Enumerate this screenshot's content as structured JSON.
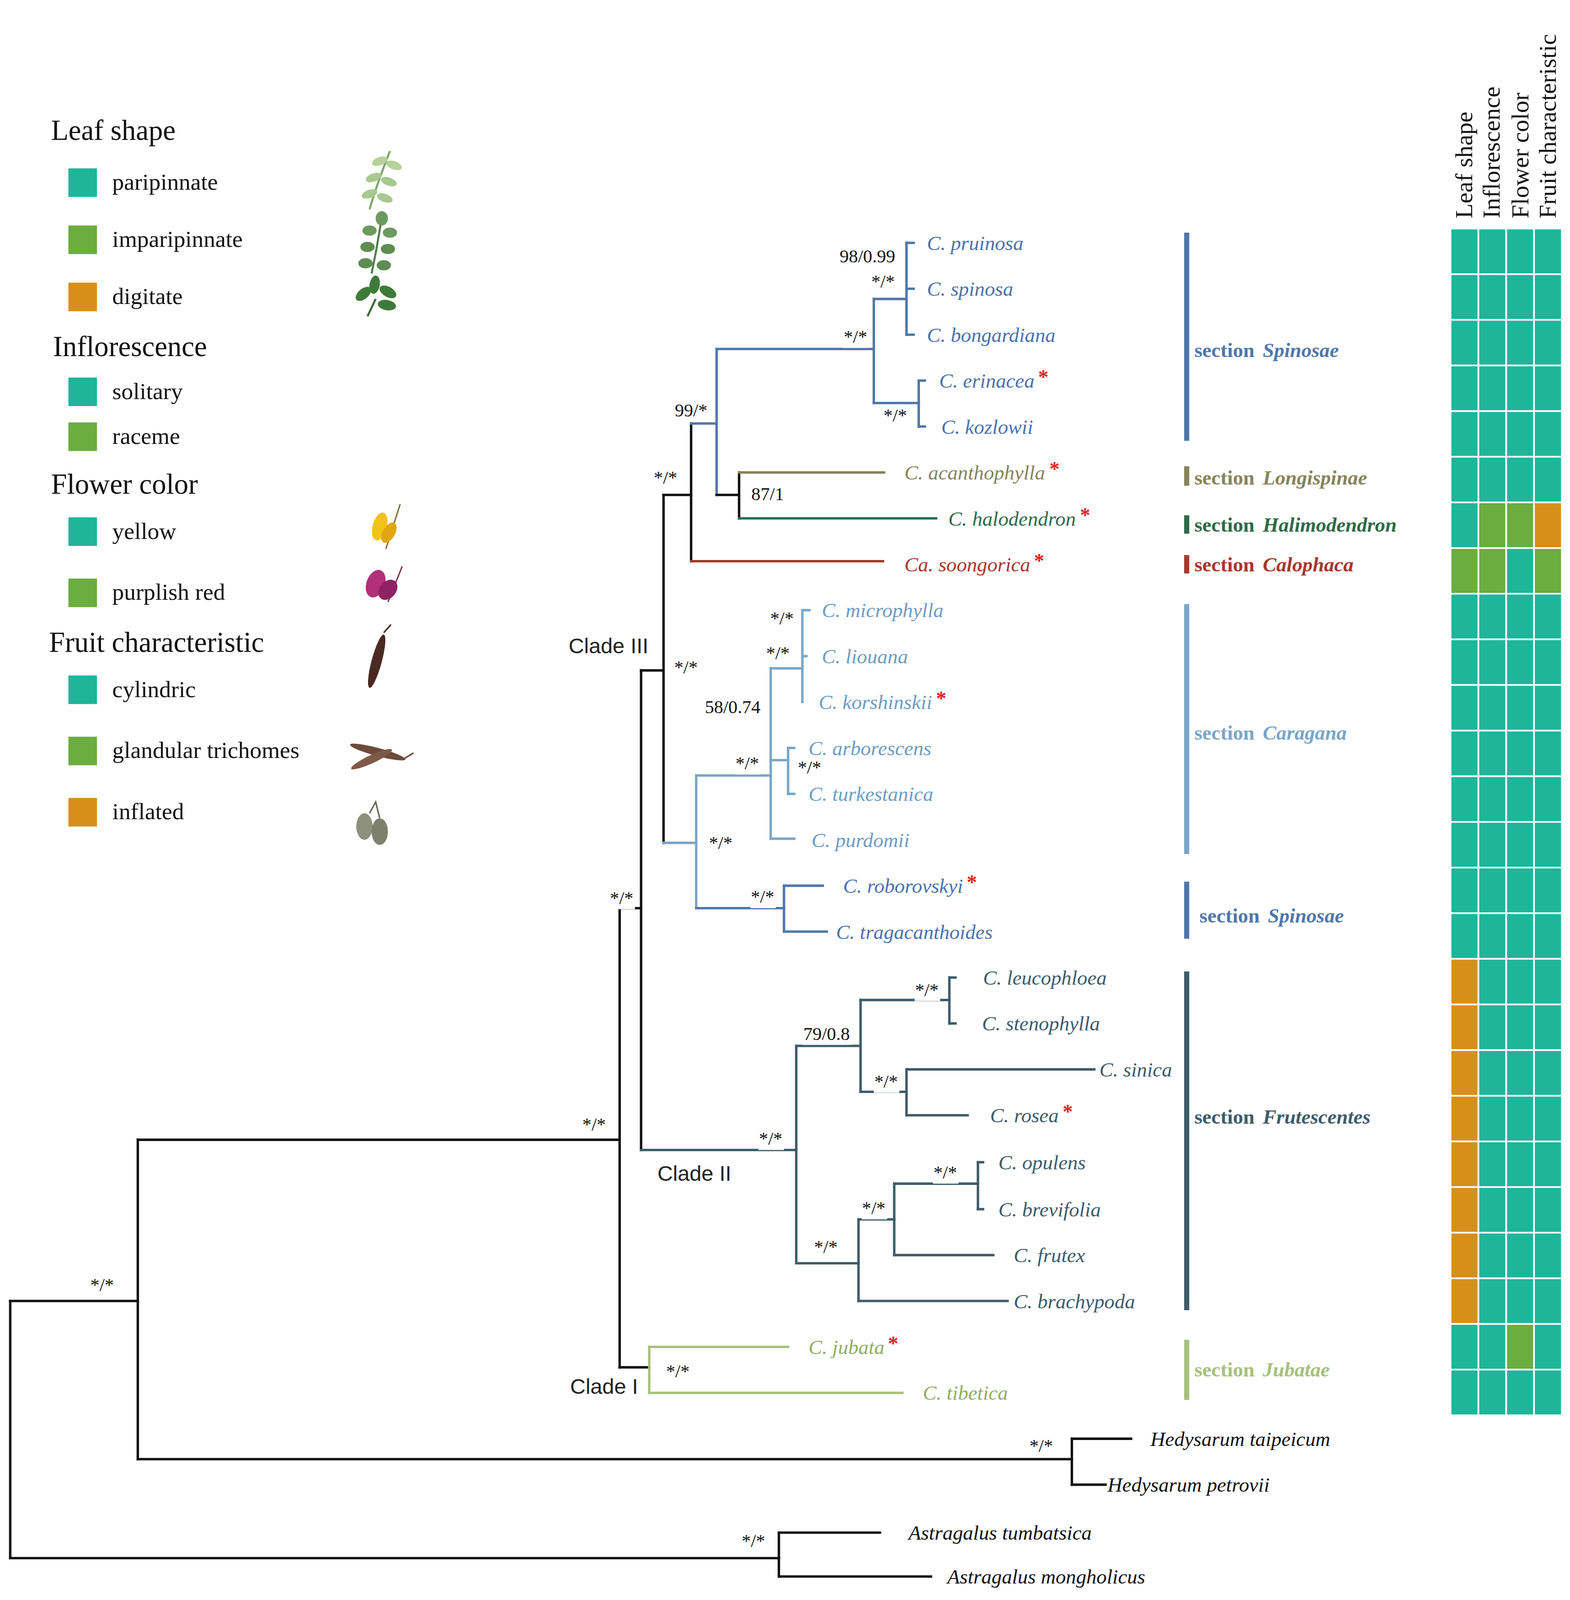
{
  "diagram": {
    "labels": [
      "Leaf shape",
      "Inflorescence",
      "Flower color",
      "Fruit characteristic",
      "Leaf shape",
      "Inflorescence",
      "Flower color",
      "Fruit characteristic",
      "C. pruinosa",
      "C. spinosa",
      "C. bongardiana",
      "C. erinacea",
      "C. kozlowii",
      "C. acanthophylla",
      "C. halodendron",
      "Ca. soongorica",
      "C. microphylla",
      "C. liouana",
      "C. korshinskii",
      "C. arborescens",
      "C. turkestanica",
      "C. purdomii",
      "C. roborovskyi",
      "C. tragacanthoides",
      "C. leucophloea",
      "C. stenophylla",
      "C. sinica",
      "C. rosea",
      "C. opulens",
      "C. brevifolia",
      "C. frutex",
      "C. brachypoda",
      "C. jubata",
      "C. tibetica",
      "Hedysarum taipeicum",
      "Hedysarum petrovii",
      "Astragalus tumbatsica",
      "Astragalus mongholicus",
      "*",
      "*",
      "*",
      "*",
      "*",
      "*",
      "*",
      "*",
      "98/0.99",
      "*/*",
      "*/*",
      "*/*",
      "99/*",
      "*/*",
      "87/1",
      "*/*",
      "*/*",
      "58/0.74",
      "*/*",
      "*/*",
      "*/*",
      "*/*",
      "*/*",
      "*/*",
      "*/*",
      "79/0.8",
      "*/*",
      "*/*",
      "*/*",
      "*/*",
      "*/*",
      "*/*",
      "*/*",
      "*/*",
      "*/*",
      "*/*",
      "Clade III",
      "Clade II",
      "Clade I",
      "section",
      "Spinosae",
      "section",
      "Longispinae",
      "section",
      "Halimodendron",
      "section",
      "Calophaca",
      "section",
      "Caragana",
      "section",
      "Spinosae",
      "section",
      "Frutescentes",
      "section",
      "Jubatae"
    ],
    "legend": [
      {
        "text": "paripinnate",
        "color": "#1fb59b"
      },
      {
        "text": "imparipinnate",
        "color": "#6aae3f"
      },
      {
        "text": "digitate",
        "color": "#d88f1a"
      },
      {
        "text": "solitary",
        "color": "#1fb59b"
      },
      {
        "text": "raceme",
        "color": "#6aae3f"
      },
      {
        "text": "yellow",
        "color": "#1fb59b"
      },
      {
        "text": "purplish red",
        "color": "#6aae3f"
      },
      {
        "text": "cylindric",
        "color": "#1fb59b"
      },
      {
        "text": "glandular trichomes",
        "color": "#6aae3f"
      },
      {
        "text": "inflated",
        "color": "#d88f1a"
      }
    ]
  }
}
